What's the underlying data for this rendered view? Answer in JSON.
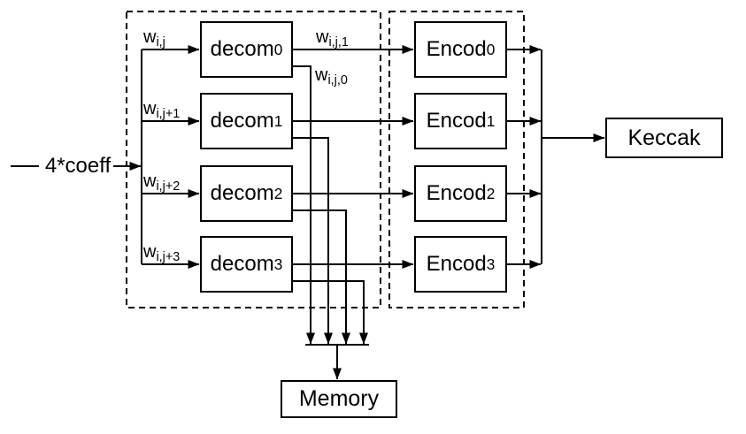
{
  "colors": {
    "line": "#000000",
    "background": "#ffffff",
    "box_fill": "#ffffff",
    "text": "#000000"
  },
  "input": {
    "label": "4*coeff"
  },
  "decom": {
    "blocks": [
      {
        "base": "decom",
        "sub": "0"
      },
      {
        "base": "decom",
        "sub": "1"
      },
      {
        "base": "decom",
        "sub": "2"
      },
      {
        "base": "decom",
        "sub": "3"
      }
    ],
    "input_labels": [
      {
        "base": "w",
        "sub": "i,j"
      },
      {
        "base": "w",
        "sub": "i,j+1"
      },
      {
        "base": "w",
        "sub": "i,j+2"
      },
      {
        "base": "w",
        "sub": "i,j+3"
      }
    ],
    "output_label_high": {
      "base": "w",
      "sub": "i,j,1"
    },
    "output_label_low": {
      "base": "w",
      "sub": "i,j,0"
    }
  },
  "encod": {
    "blocks": [
      {
        "base": "Encod",
        "sub": "0"
      },
      {
        "base": "Encod",
        "sub": "1"
      },
      {
        "base": "Encod",
        "sub": "2"
      },
      {
        "base": "Encod",
        "sub": "3"
      }
    ]
  },
  "keccak": {
    "label": "Keccak"
  },
  "memory": {
    "label": "Memory"
  }
}
